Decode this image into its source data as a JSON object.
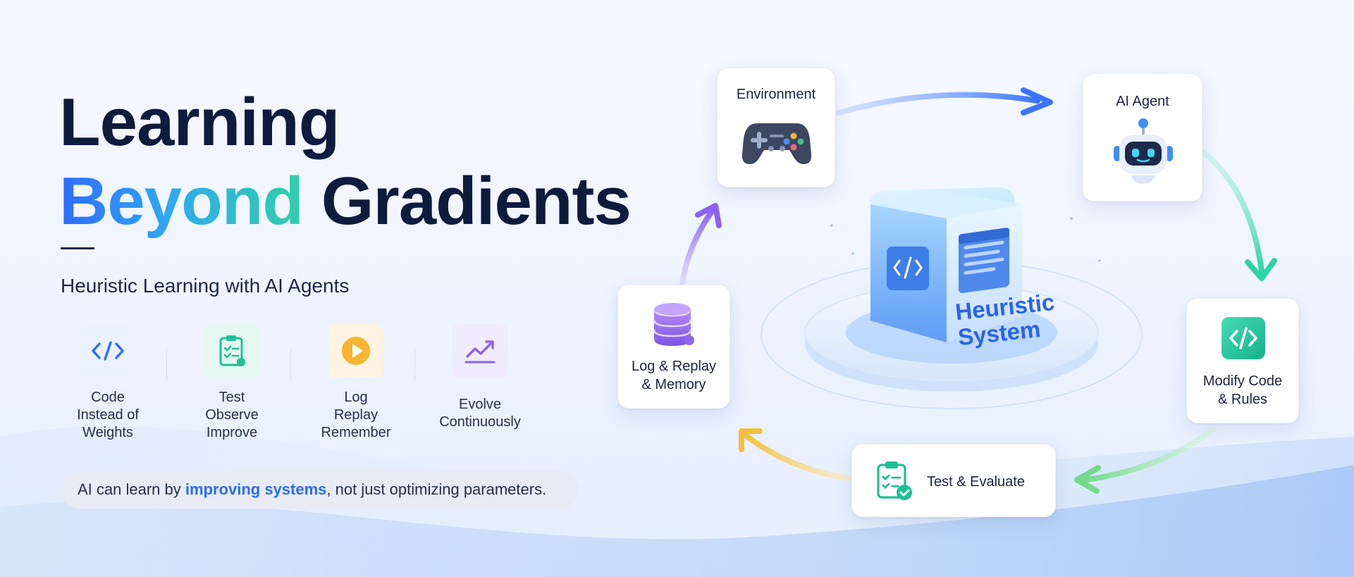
{
  "hero": {
    "title_line1": "Learning",
    "title_highlight": "Beyond",
    "title_rest": "Gradients",
    "subtitle": "Heuristic Learning with AI Agents"
  },
  "features": [
    {
      "label": "Code\nInstead of\nWeights",
      "icon": "code-brackets-icon"
    },
    {
      "label": "Test\nObserve\nImprove",
      "icon": "clipboard-checklist-icon"
    },
    {
      "label": "Log\nReplay\nRemember",
      "icon": "play-circle-icon"
    },
    {
      "label": "Evolve\nContinuously",
      "icon": "trend-chart-icon"
    }
  ],
  "note": {
    "prefix": "AI can learn by ",
    "highlight": "improving systems",
    "suffix": ", not just optimizing parameters."
  },
  "diagram": {
    "center": {
      "label": "Heuristic\nSystem",
      "icon": "code-cube-icon"
    },
    "nodes": {
      "environment": {
        "label": "Environment",
        "icon": "gamepad-icon"
      },
      "ai_agent": {
        "label": "AI Agent",
        "icon": "robot-icon"
      },
      "modify_code": {
        "label": "Modify Code\n& Rules",
        "icon": "code-brackets-icon"
      },
      "test_evaluate": {
        "label": "Test & Evaluate",
        "icon": "clipboard-check-icon"
      },
      "log_replay": {
        "label": "Log & Replay\n& Memory",
        "icon": "database-icon"
      }
    }
  },
  "colors": {
    "title_dark": "#0f1b3d",
    "accent_blue": "#2f6bff",
    "accent_teal": "#31d0a8",
    "accent_green": "#6fdc8c",
    "accent_yellow": "#f5c451",
    "accent_purple": "#8c6cf0",
    "highlight_text": "#2a6cf0"
  }
}
